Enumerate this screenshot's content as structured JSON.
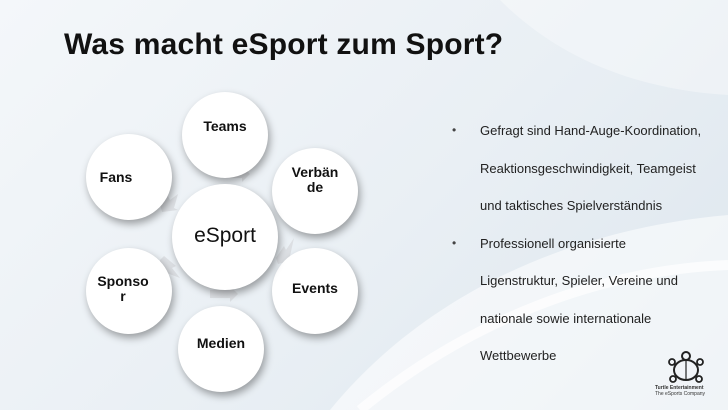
{
  "slide": {
    "title": "Was macht eSport zum Sport?",
    "colors": {
      "background": "#eef3f7",
      "circle_fill": "#ffffff",
      "arrow": "#d9dde2",
      "text": "#111111"
    }
  },
  "diagram": {
    "center": "eSport",
    "nodes": {
      "teams": "Teams",
      "verbaende_1": "Verbän",
      "verbaende_2": "de",
      "events": "Events",
      "medien": "Medien",
      "sponsor_1": "Sponso",
      "sponsor_2": "r",
      "fans": "Fans"
    }
  },
  "bullets": [
    {
      "lines": [
        "Gefragt sind Hand-Auge-Koordination,",
        "Reaktionsgeschwindigkeit, Teamgeist",
        "und taktisches Spielverständnis"
      ]
    },
    {
      "lines": [
        "Professionell organisierte",
        "Ligenstruktur, Spieler, Vereine und",
        "nationale sowie internationale",
        "Wettbewerbe"
      ]
    }
  ],
  "bullet_glyph": "•",
  "logo": {
    "line1": "Turtle Entertainment",
    "line2": "The eSports Company"
  }
}
